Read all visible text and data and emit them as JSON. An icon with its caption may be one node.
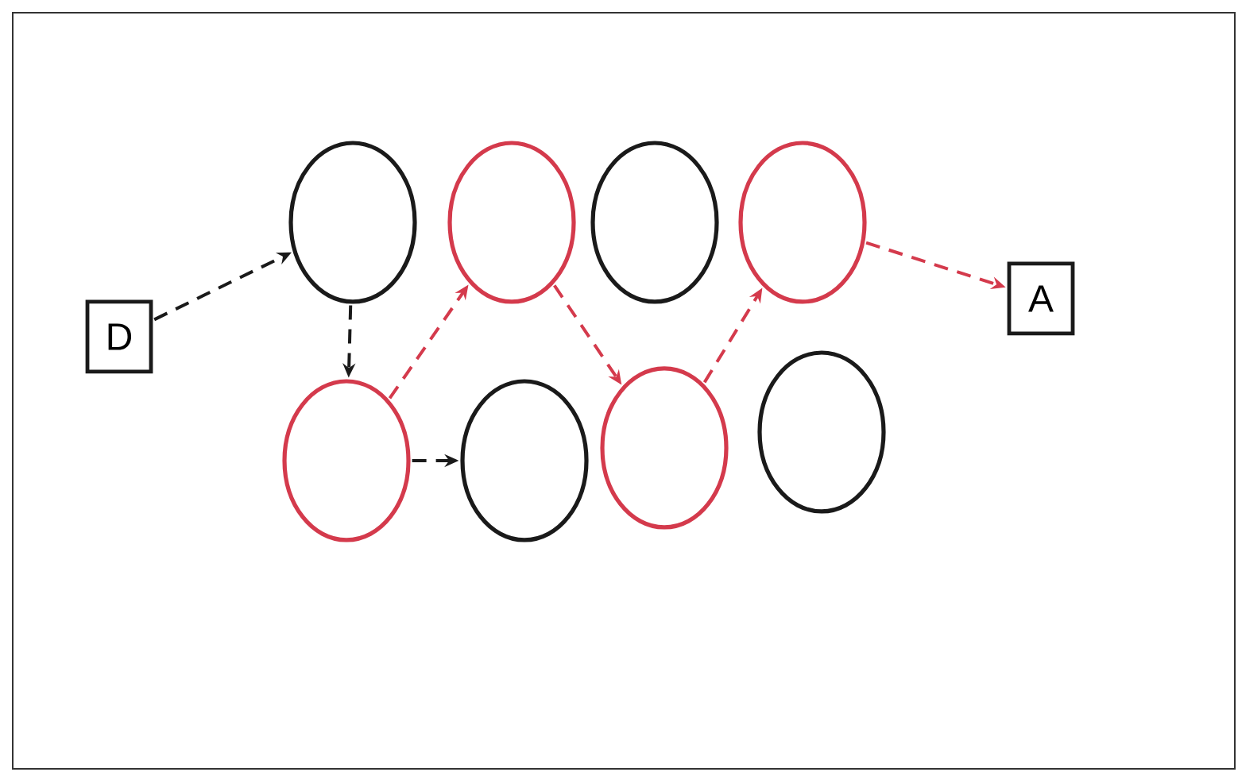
{
  "diagram": {
    "nodes": [
      {
        "text": [
          "D"
        ]
      },
      {
        "text": [],
        "shape": "circle"
      },
      {
        "text": [],
        "shape": "circle"
      },
      {
        "text": [],
        "shape": "circle"
      },
      {
        "text": [],
        "shape": "circle"
      },
      {
        "text": [
          "A"
        ]
      },
      {
        "text": [],
        "shape": "circle"
      },
      {
        "text": [],
        "shape": "circle"
      },
      {
        "text": [],
        "shape": "circle"
      },
      {
        "text": [],
        "shape": "circle"
      }
    ],
    "edges": [
      {
        "from": 0,
        "to": 1,
        "arrow": "to",
        "style": "dashed",
        "color": "#1a1a1a"
      },
      {
        "from": 1,
        "to": 6,
        "arrow": "to",
        "style": "dashed",
        "color": "#1a1a1a"
      },
      {
        "from": 6,
        "to": 7,
        "arrow": "to",
        "style": "dashed",
        "color": "#1a1a1a"
      },
      {
        "from": 6,
        "to": 2,
        "arrow": "to",
        "style": "dashed"
      },
      {
        "from": 2,
        "to": 8,
        "arrow": "to",
        "style": "dashed"
      },
      {
        "from": 8,
        "to": 4,
        "arrow": "to",
        "style": "dashed"
      },
      {
        "from": 4,
        "to": 5,
        "arrow": "to",
        "style": "dashed"
      }
    ]
  }
}
